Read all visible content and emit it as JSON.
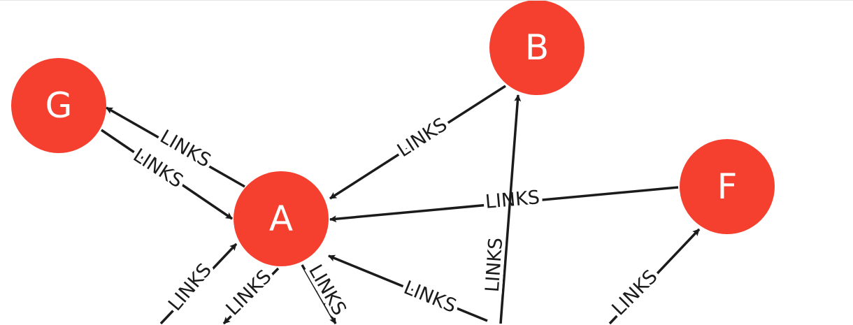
{
  "graph": {
    "node_color": "#f53f2f",
    "edge_color": "#1b1b1b",
    "nodes": [
      {
        "id": "G",
        "label": "G"
      },
      {
        "id": "B",
        "label": "B"
      },
      {
        "id": "A",
        "label": "A"
      },
      {
        "id": "F",
        "label": "F"
      }
    ],
    "edges": [
      {
        "source": "A",
        "target": "G",
        "label": "LINKS"
      },
      {
        "source": "G",
        "target": "A",
        "label": "LINKS"
      },
      {
        "source": "B",
        "target": "A",
        "label": "LINKS"
      },
      {
        "source": "F",
        "target": "A",
        "label": "LINKS"
      },
      {
        "source": "offscreen",
        "target": "B",
        "label": "LINKS"
      },
      {
        "source": "offscreen",
        "target": "A",
        "label": "LINKS"
      },
      {
        "source": "offscreen",
        "target": "A",
        "label": "LINKS"
      },
      {
        "source": "A",
        "target": "offscreen",
        "label": "LINKS"
      },
      {
        "source": "A",
        "target": "offscreen",
        "label": "LINKS"
      },
      {
        "source": "offscreen",
        "target": "F",
        "label": "LINKS"
      }
    ]
  }
}
